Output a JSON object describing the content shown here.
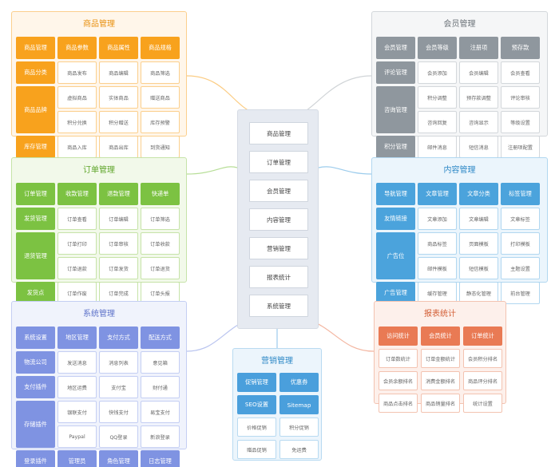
{
  "center": [
    "商品管理",
    "订单管理",
    "会员管理",
    "内容管理",
    "营销管理",
    "报表统计",
    "系统管理"
  ],
  "panels": [
    {
      "id": "goods",
      "title": "商品管理",
      "color": "#f8a21d",
      "bg": "#fff6ea",
      "border": "#fbcf8d",
      "titleColor": "#e8900f",
      "header": [
        "商品管理",
        "商品参数",
        "商品属性",
        "商品规格"
      ],
      "rows": [
        {
          "side": "商品分类",
          "items": [
            "商品发布",
            "商品编辑",
            "商品筛选"
          ]
        },
        {
          "side": "商品品牌",
          "items": [
            "虚拟商品",
            "实体商品",
            "赠送商品"
          ]
        },
        {
          "side": null,
          "items": [
            "积分兑换",
            "积分赠送",
            "库存预警"
          ]
        },
        {
          "side": "库存管理",
          "items": [
            "商品入库",
            "商品出库",
            "到货通知"
          ]
        }
      ]
    },
    {
      "id": "member",
      "title": "会员管理",
      "color": "#8f979e",
      "bg": "#f5f6f7",
      "border": "#d3d7db",
      "titleColor": "#6b7278",
      "header": [
        "会员管理",
        "会员等级",
        "注册项",
        "预存款"
      ],
      "rows": [
        {
          "side": "评论管理",
          "items": [
            "会员添加",
            "会员编辑",
            "会员查看"
          ]
        },
        {
          "side": "咨询管理",
          "items": [
            "积分调整",
            "预存款调整",
            "评论审核"
          ]
        },
        {
          "side": null,
          "items": [
            "咨询回复",
            "咨询显示",
            "等级设置"
          ]
        },
        {
          "side": "积分管理",
          "items": [
            "邮件消息",
            "短信消息",
            "注册项配置"
          ]
        }
      ]
    },
    {
      "id": "order",
      "title": "订单管理",
      "color": "#7cc242",
      "bg": "#f2f9ea",
      "border": "#c6e3a8",
      "titleColor": "#5fa52a",
      "header": [
        "订单管理",
        "收款管理",
        "退款管理",
        "快递单"
      ],
      "rows": [
        {
          "side": "发货管理",
          "items": [
            "订单查看",
            "订单编辑",
            "订单筛选"
          ]
        },
        {
          "side": "退货管理",
          "items": [
            "订单打印",
            "订单审核",
            "订单收款"
          ]
        },
        {
          "side": null,
          "items": [
            "订单退款",
            "订单发货",
            "订单退货"
          ]
        },
        {
          "side": "发货点",
          "items": [
            "订单作废",
            "订单完成",
            "订单头报"
          ]
        }
      ]
    },
    {
      "id": "content",
      "title": "内容管理",
      "color": "#4ba3dc",
      "bg": "#ebf5fc",
      "border": "#b1d7f0",
      "titleColor": "#2d88c6",
      "header": [
        "导航管理",
        "文章管理",
        "文章分类",
        "标签管理"
      ],
      "rows": [
        {
          "side": "友情链接",
          "items": [
            "文章添加",
            "文章编辑",
            "文章标签"
          ]
        },
        {
          "side": "广告位",
          "items": [
            "商品标签",
            "页面模板",
            "打印模板"
          ]
        },
        {
          "side": null,
          "items": [
            "邮件模板",
            "短信模板",
            "主题设置"
          ]
        },
        {
          "side": "广告管理",
          "items": [
            "缓存管理",
            "静态化管理",
            "前台管理"
          ]
        }
      ]
    },
    {
      "id": "system",
      "title": "系统管理",
      "color": "#7f93e2",
      "bg": "#f0f3fc",
      "border": "#c4cef3",
      "titleColor": "#5d72c9",
      "header": [
        "系统设置",
        "地区管理",
        "支付方式",
        "配送方式"
      ],
      "rows": [
        {
          "side": "物流公司",
          "items": [
            "发送消息",
            "消息列表",
            "意见箱"
          ]
        },
        {
          "side": "支付插件",
          "items": [
            "地区运费",
            "支付宝",
            "财付通"
          ]
        },
        {
          "side": "存储插件",
          "items": [
            "银联支付",
            "快钱支付",
            "易宝支付"
          ]
        },
        {
          "side": null,
          "items": [
            "Paypal",
            "QQ登录",
            "新浪登录"
          ]
        }
      ],
      "footer": [
        "登录插件",
        "管理员",
        "角色管理",
        "日志管理"
      ]
    },
    {
      "id": "marketing",
      "title": "营销管理",
      "color": "#4a9fdc",
      "bg": "#ecf5fc",
      "border": "#b8daf1",
      "titleColor": "#2d88c6",
      "header": [
        "促销管理",
        "优惠券"
      ],
      "header2": [
        "SEO设置",
        "Sitemap"
      ],
      "rows": [
        {
          "side": null,
          "items": [
            "价格促销",
            "积分促销"
          ]
        },
        {
          "side": null,
          "items": [
            "赠品促销",
            "免运费"
          ]
        }
      ]
    },
    {
      "id": "report",
      "title": "报表统计",
      "color": "#e97a54",
      "bg": "#fdf0eb",
      "border": "#f3c3b1",
      "titleColor": "#d35e35",
      "header": [
        "访问统计",
        "会员统计",
        "订单统计"
      ],
      "rows": [
        {
          "side": null,
          "items": [
            "订单数统计",
            "订单金额统计",
            "会员积分排名"
          ]
        },
        {
          "side": null,
          "items": [
            "会员余额排名",
            "消费金额排名",
            "商品评分排名"
          ]
        },
        {
          "side": null,
          "items": [
            "商品点击排名",
            "商品销量排名",
            "统计设置"
          ]
        }
      ]
    }
  ]
}
